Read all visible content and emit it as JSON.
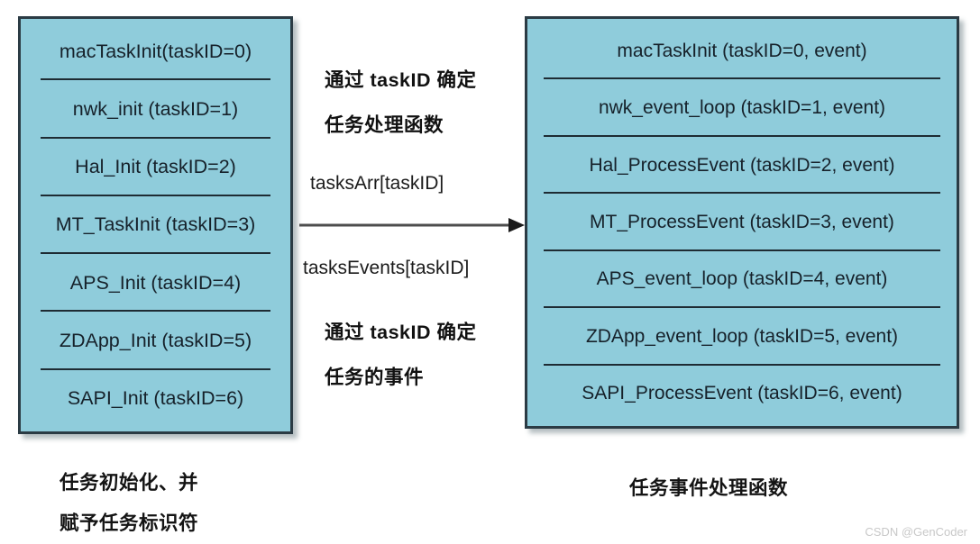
{
  "left_box": {
    "rows": [
      "macTaskInit(taskID=0)",
      "nwk_init (taskID=1)",
      "Hal_Init (taskID=2)",
      "MT_TaskInit (taskID=3)",
      "APS_Init (taskID=4)",
      "ZDApp_Init (taskID=5)",
      "SAPI_Init (taskID=6)"
    ]
  },
  "right_box": {
    "rows": [
      "macTaskInit (taskID=0, event)",
      "nwk_event_loop (taskID=1, event)",
      "Hal_ProcessEvent (taskID=2, event)",
      "MT_ProcessEvent (taskID=3, event)",
      "APS_event_loop (taskID=4, event)",
      "ZDApp_event_loop (taskID=5, event)",
      "SAPI_ProcessEvent (taskID=6, event)"
    ]
  },
  "middle": {
    "top_line_1": "通过 taskID 确定",
    "top_line_2": "任务处理函数",
    "tasks_arr": "tasksArr[taskID]",
    "tasks_events": "tasksEvents[taskID]",
    "bottom_line_1": "通过 taskID 确定",
    "bottom_line_2": "任务的事件"
  },
  "captions": {
    "left_line_1": "任务初始化、并",
    "left_line_2": "赋予任务标识符",
    "right": "任务事件处理函数"
  },
  "watermark": "CSDN @GenCoder",
  "colors": {
    "box_fill": "#8fccdb",
    "box_border": "#2b3b44",
    "divider": "#1e2b33",
    "arrow": "#4d4d4d",
    "text": "#16212a",
    "watermark": "#c8c8c8"
  }
}
